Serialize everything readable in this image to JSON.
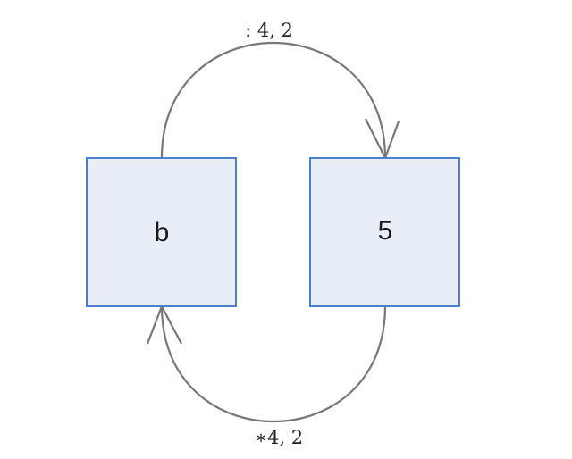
{
  "nodes": {
    "left": {
      "label": "b"
    },
    "right": {
      "label": "5"
    }
  },
  "edges": {
    "top": {
      "from": "b",
      "to": "5",
      "label": ": 4, 2"
    },
    "bottom": {
      "from": "5",
      "to": "b",
      "label": "∗4, 2"
    }
  },
  "colors": {
    "node_fill": "#e8eef8",
    "node_border": "#4a7fd0",
    "edge": "#777777",
    "background": "#ffffff"
  }
}
